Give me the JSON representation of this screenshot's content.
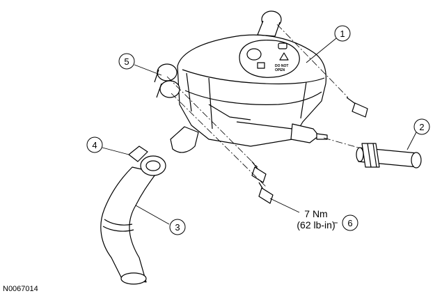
{
  "figure": {
    "id": "N0067014"
  },
  "callouts": [
    {
      "number": "1"
    },
    {
      "number": "2"
    },
    {
      "number": "3"
    },
    {
      "number": "4"
    },
    {
      "number": "5"
    },
    {
      "number": "6",
      "torque_nm": "7 Nm",
      "torque_lbin": "(62 lb-in)"
    }
  ],
  "cap": {
    "line1": "DO NOT",
    "line2": "OPEN"
  }
}
